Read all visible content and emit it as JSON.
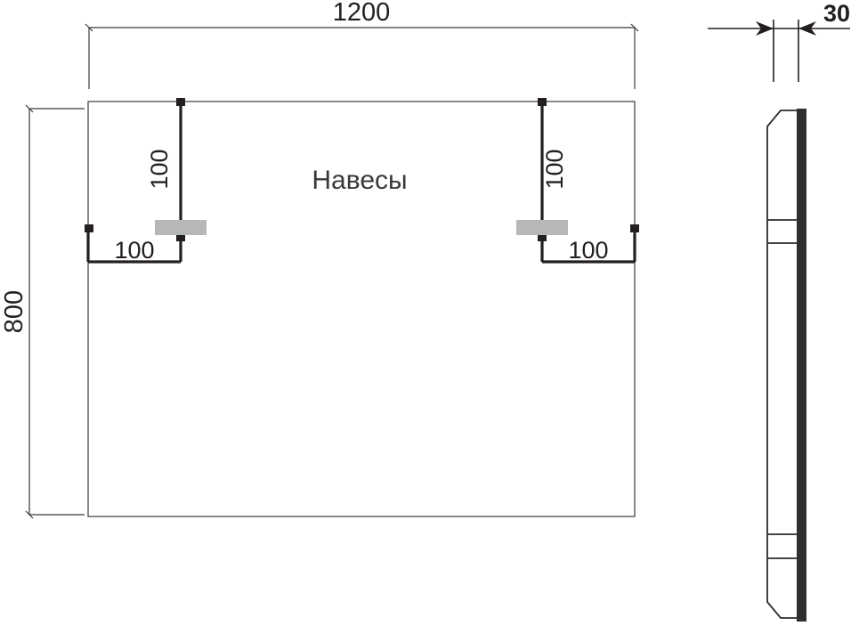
{
  "drawing": {
    "title_label": "Навесы",
    "units_implied": "mm",
    "dimensions": {
      "overall_width": "1200",
      "overall_height": "800",
      "thickness": "30",
      "hanger_offset_top_left": "100",
      "hanger_offset_left": "100",
      "hanger_offset_top_right": "100",
      "hanger_offset_right": "100"
    },
    "front_view": {
      "name": "front-elevation",
      "width_value": "1200",
      "height_value": "800"
    },
    "side_view": {
      "name": "side-section",
      "thickness_value": "30"
    },
    "colors": {
      "line": "#231f20",
      "thin_line": "#3a3a3c",
      "hanger_plate": "#b5b7b9",
      "edge_bar": "#2e2e30",
      "text": "#231f20",
      "label_text": "#3a3a3c",
      "background": "#ffffff"
    }
  }
}
